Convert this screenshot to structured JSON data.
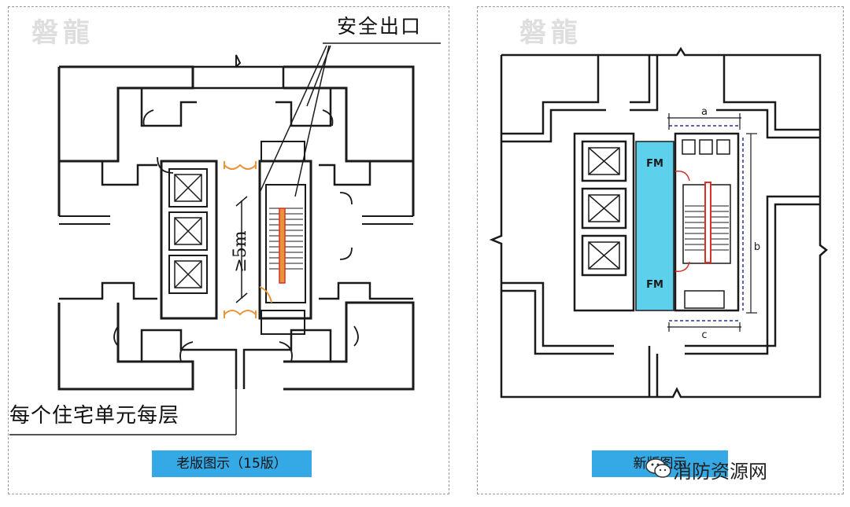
{
  "watermark": "磐龍",
  "left_panel": {
    "caption": "老版图示（15版）",
    "label_exit": "安全出口",
    "label_unit": "每个住宅单元每层",
    "dimension": "≥5m"
  },
  "right_panel": {
    "caption": "新版图示",
    "fm_top": "FM",
    "fm_bottom": "FM",
    "dim_a": "a",
    "dim_b": "b",
    "dim_c": "c"
  },
  "brand": {
    "name": "消防资源网",
    "icon": "wechat-icon"
  },
  "colors": {
    "wall": "#1a1a1a",
    "door_orange": "#e8943a",
    "stair_red": "#d9302a",
    "fm_blue": "#5dd0ec",
    "caption_blue": "#35a9e6",
    "dim_line_blue": "#2233aa"
  }
}
